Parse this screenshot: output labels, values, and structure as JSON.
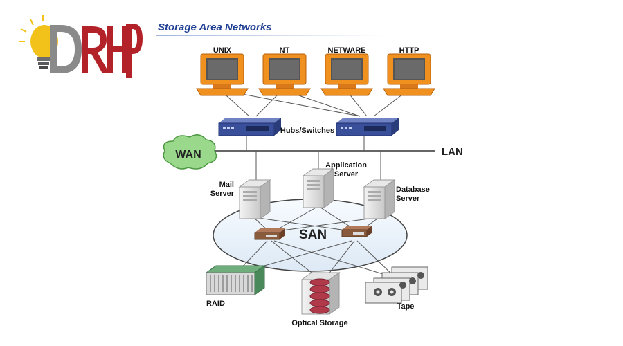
{
  "header": {
    "title": "Storage Area Networks",
    "logo_text": "DRHP",
    "logo_colors": {
      "bulb": "#f2c21b",
      "letters_gray": "#8a8a8a",
      "letters_red": "#b32228"
    }
  },
  "diagram": {
    "clients": [
      "UNIX",
      "NT",
      "NETWARE",
      "HTTP"
    ],
    "hubs_label": "Hubs/Switches",
    "wan_label": "WAN",
    "lan_label": "LAN",
    "servers": {
      "mail": [
        "Mail",
        "Server"
      ],
      "application": [
        "Application",
        "Server"
      ],
      "database": [
        "Database",
        "Server"
      ]
    },
    "san_label": "SAN",
    "storage": {
      "raid": "RAID",
      "optical": "Optical Storage",
      "tape": "Tape"
    },
    "colors": {
      "monitor": "#f0901e",
      "switch": "#3a4f9a",
      "san_switch": "#8a5a3c",
      "wan_cloud": "#9ad88c",
      "raid": "#4a8a5a",
      "disc": "#b03a4a"
    }
  }
}
